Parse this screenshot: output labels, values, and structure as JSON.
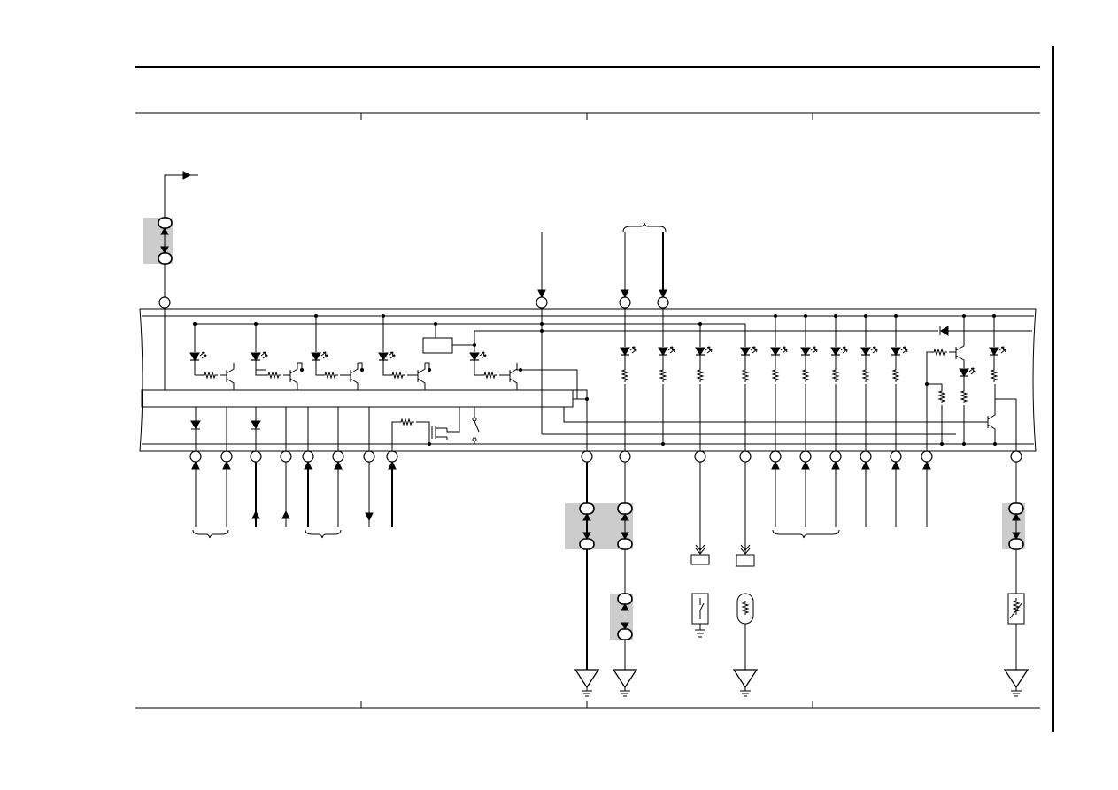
{
  "diagram": {
    "title": "",
    "labels": [],
    "connector_count_bottom": 26,
    "connector_count_top": 4,
    "ground_symbol_count": 5,
    "colors": {
      "wire": "#000000",
      "junction_shade": "#cccccc",
      "background": "#ffffff"
    }
  }
}
